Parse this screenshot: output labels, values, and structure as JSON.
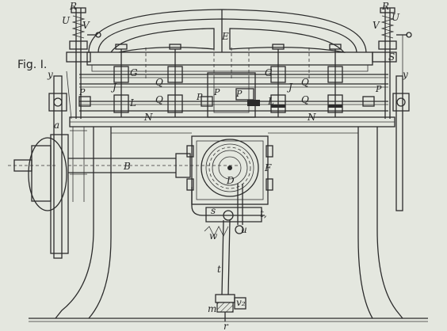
{
  "figure": {
    "caption": "Fig. I.",
    "labels": [
      {
        "id": "R-left",
        "text": "R"
      },
      {
        "id": "U-left",
        "text": "U"
      },
      {
        "id": "V-left",
        "text": "V"
      },
      {
        "id": "R-right",
        "text": "R"
      },
      {
        "id": "U-right",
        "text": "U"
      },
      {
        "id": "V-right",
        "text": "V"
      },
      {
        "id": "S-right",
        "text": "S"
      },
      {
        "id": "E",
        "text": "E"
      },
      {
        "id": "y-left",
        "text": "y"
      },
      {
        "id": "y-right",
        "text": "y"
      },
      {
        "id": "a",
        "text": "a"
      },
      {
        "id": "P-1",
        "text": "P"
      },
      {
        "id": "P-2",
        "text": "P"
      },
      {
        "id": "P-3",
        "text": "P"
      },
      {
        "id": "P-4",
        "text": "P"
      },
      {
        "id": "P-5",
        "text": "P"
      },
      {
        "id": "G-left",
        "text": "G"
      },
      {
        "id": "G-right",
        "text": "G"
      },
      {
        "id": "Q-1",
        "text": "Q"
      },
      {
        "id": "Q-2",
        "text": "Q"
      },
      {
        "id": "Q-3",
        "text": "Q"
      },
      {
        "id": "Q-4",
        "text": "Q"
      },
      {
        "id": "J-left",
        "text": "J"
      },
      {
        "id": "J-right",
        "text": "J"
      },
      {
        "id": "L-left",
        "text": "L"
      },
      {
        "id": "L-right",
        "text": "L"
      },
      {
        "id": "N-left",
        "text": "N"
      },
      {
        "id": "N-right",
        "text": "N"
      },
      {
        "id": "B",
        "text": "B"
      },
      {
        "id": "F",
        "text": "F"
      },
      {
        "id": "D",
        "text": "D"
      },
      {
        "id": "s",
        "text": "s"
      },
      {
        "id": "t1",
        "text": "t,"
      },
      {
        "id": "u",
        "text": "u"
      },
      {
        "id": "w",
        "text": "w"
      },
      {
        "id": "t",
        "text": "t"
      },
      {
        "id": "v2",
        "text": "v₂"
      },
      {
        "id": "m",
        "text": "m"
      },
      {
        "id": "r",
        "text": "r"
      }
    ]
  }
}
